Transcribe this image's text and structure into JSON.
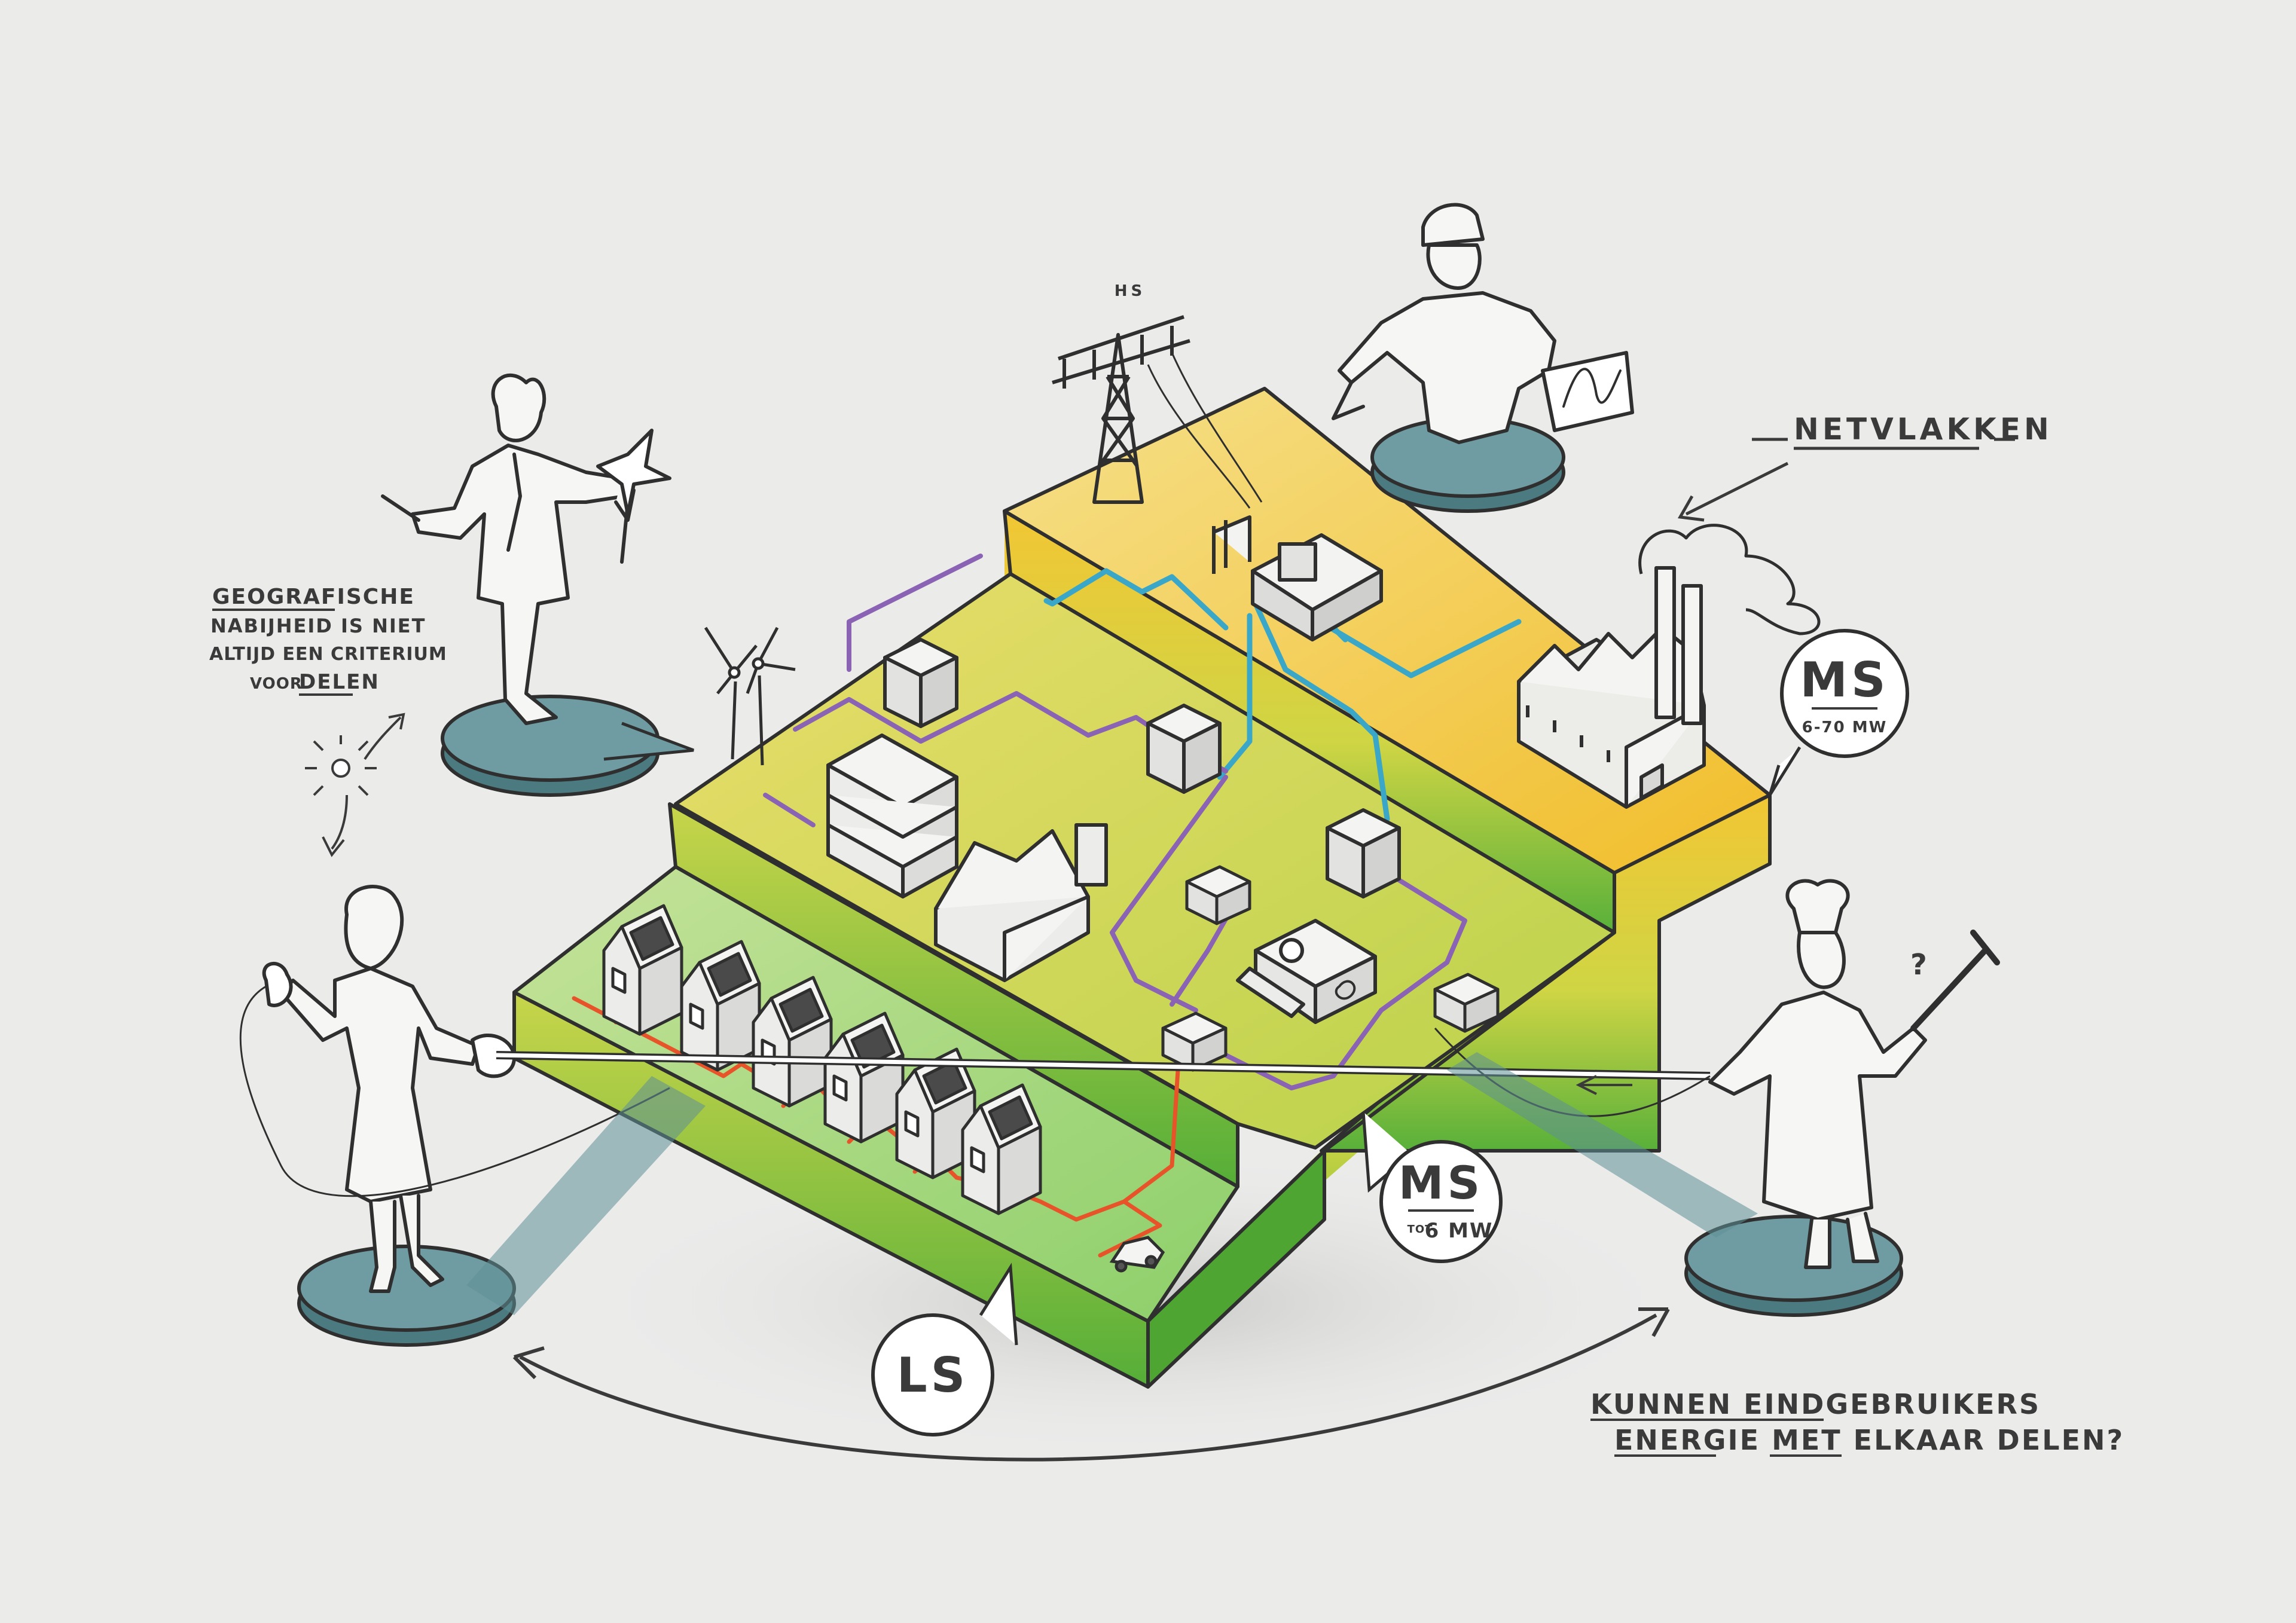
{
  "labels": {
    "netvlakken": "NETVLAKKEN",
    "hs": "HS",
    "ms_high": "MS",
    "ms_high_range": "6-70 MW",
    "ms_low": "MS",
    "ms_low_range_prefix": "TOT",
    "ms_low_range": "6 MW",
    "ls": "LS",
    "geo_line1": "GEOGRAFISCHE",
    "geo_line2": "NABIJHEID IS NIET",
    "geo_line3": "ALTIJD EEN CRITERIUM",
    "geo_line4a": "VOOR",
    "geo_line4b": "DELEN",
    "question_line1": "KUNNEN EINDGEBRUIKERS",
    "question_line2": "ENERGIE MET ELKAAR DELEN?",
    "question_mark": "?"
  },
  "colors": {
    "background": "#ebebea",
    "layer_high": "#f2c23a",
    "layer_mid": "#c6d64a",
    "layer_low": "#5fb83a",
    "cable_ms_high": "#3aa7c9",
    "cable_ms_low": "#8a63b5",
    "cable_ls": "#e8542a",
    "platform": "#5e8f95",
    "ink": "#3a3a3a"
  }
}
